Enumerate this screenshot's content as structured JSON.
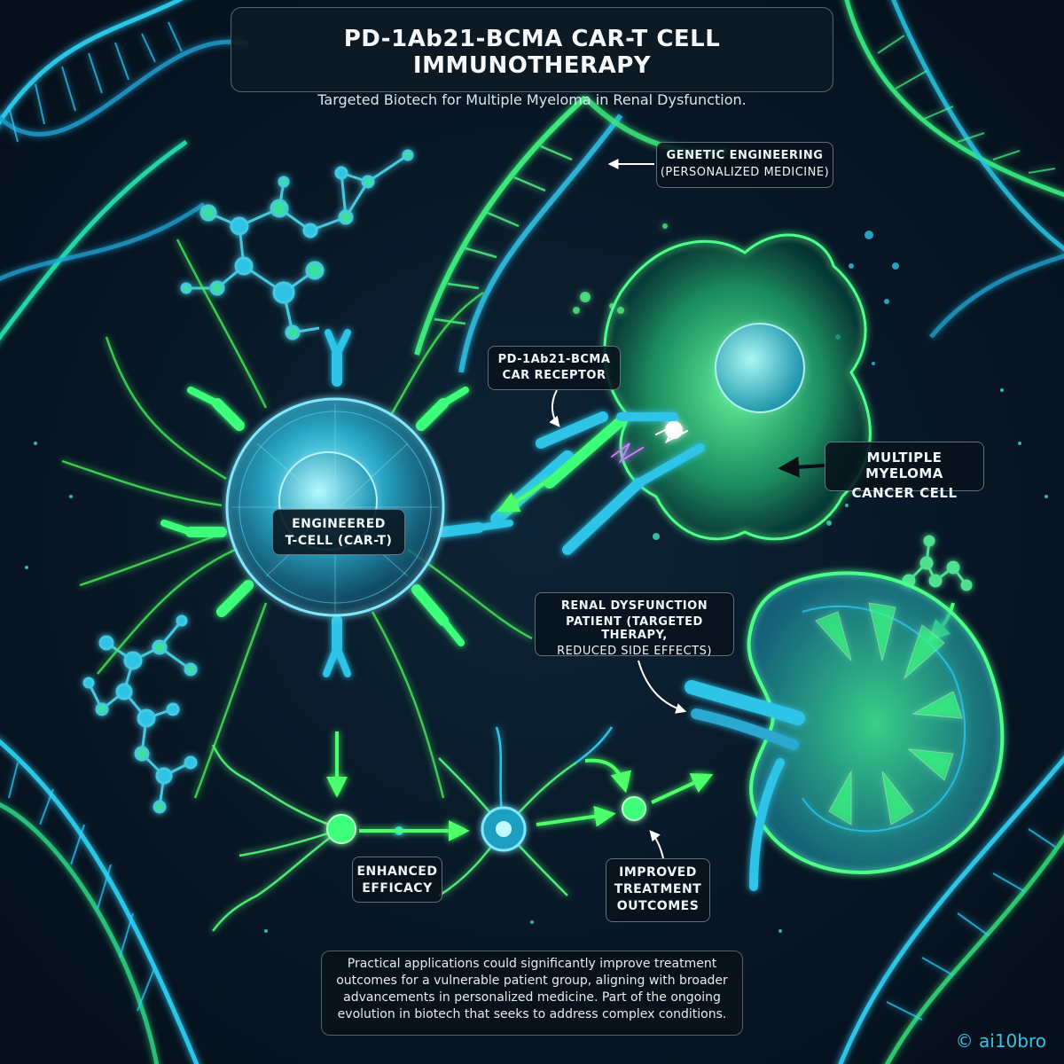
{
  "header": {
    "title": "PD-1Ab21-BCMA CAR-T CELL IMMUNOTHERAPY",
    "subtitle": "Targeted Biotech for Multiple Myeloma in Renal Dysfunction."
  },
  "labels": {
    "genetic_engineering": {
      "line1": "GENETIC ENGINEERING",
      "line2": "(PERSONALIZED MEDICINE)"
    },
    "car_receptor": {
      "line1": "PD-1Ab21-BCMA",
      "line2": "CAR RECEPTOR"
    },
    "myeloma_cell": {
      "line1": "MULTIPLE MYELOMA",
      "line2": "CANCER CELL"
    },
    "t_cell": {
      "line1": "ENGINEERED",
      "line2": "T-CELL (CAR-T)"
    },
    "renal": {
      "line1": "RENAL DYSFUNCTION",
      "line2": "PATIENT (TARGETED THERAPY,",
      "line3": "REDUCED SIDE EFFECTS)"
    },
    "efficacy": {
      "line1": "ENHANCED",
      "line2": "EFFICACY"
    },
    "outcomes": {
      "line1": "IMPROVED",
      "line2": "TREATMENT",
      "line3": "OUTCOMES"
    }
  },
  "note": {
    "line1": "Practical applications could significantly improve treatment",
    "line2": "outcomes for a vulnerable patient group, aligning with broader",
    "line3": "advancements in personalized medicine. Part of the ongoing",
    "line4": "evolution in biotech that seeks to address complex conditions."
  },
  "credit": "© ai10bro",
  "colors": {
    "cyan": "#2fd0ff",
    "green": "#3dff6a",
    "background": "#081726"
  }
}
